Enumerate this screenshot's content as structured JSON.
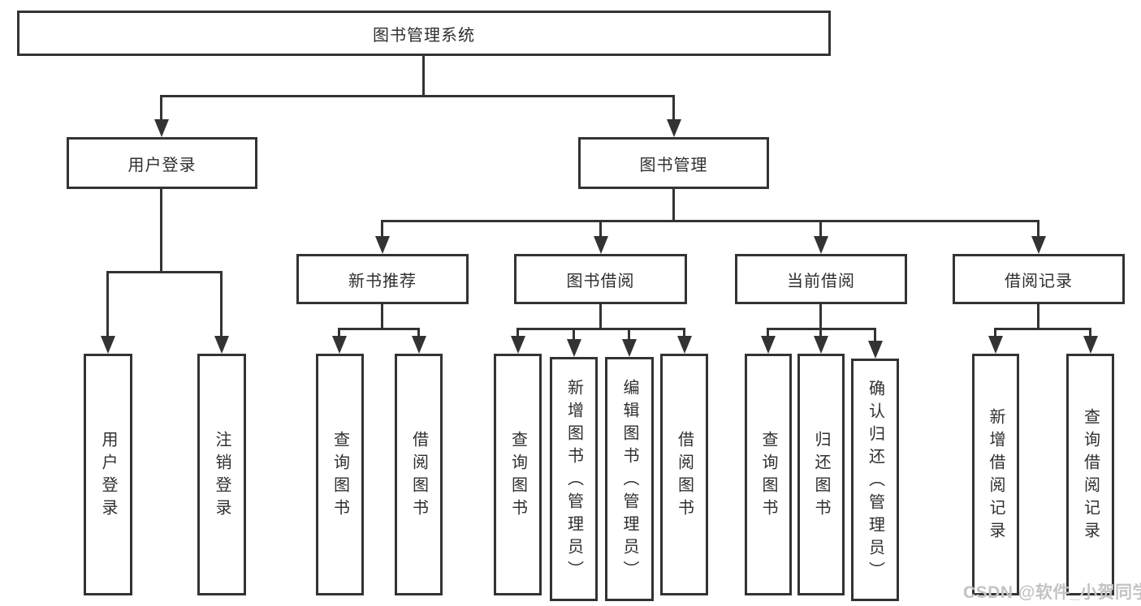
{
  "diagram": {
    "type": "hierarchy-tree",
    "orientation": "top-down",
    "colors": {
      "background": "#ffffff",
      "box_fill": "#ffffff",
      "box_border": "#333333",
      "line": "#333333",
      "text": "#2f2f2f",
      "watermark": "#c3c3c3"
    }
  },
  "tree": {
    "label": "图书管理系统",
    "children": [
      {
        "label": "用户登录",
        "children": [
          {
            "label": "用户登录"
          },
          {
            "label": "注销登录"
          }
        ]
      },
      {
        "label": "图书管理",
        "children": [
          {
            "label": "新书推荐",
            "children": [
              {
                "label": "查询图书"
              },
              {
                "label": "借阅图书"
              }
            ]
          },
          {
            "label": "图书借阅",
            "children": [
              {
                "label": "查询图书"
              },
              {
                "label": "新增图书（管理员）"
              },
              {
                "label": "编辑图书（管理员）"
              },
              {
                "label": "借阅图书"
              }
            ]
          },
          {
            "label": "当前借阅",
            "children": [
              {
                "label": "查询图书"
              },
              {
                "label": "归还图书"
              },
              {
                "label": "确认归还（管理员）"
              }
            ]
          },
          {
            "label": "借阅记录",
            "children": [
              {
                "label": "新增借阅记录"
              },
              {
                "label": "查询借阅记录"
              }
            ]
          }
        ]
      }
    ]
  },
  "watermark": {
    "text": "CSDN @软件_小贺同学"
  }
}
